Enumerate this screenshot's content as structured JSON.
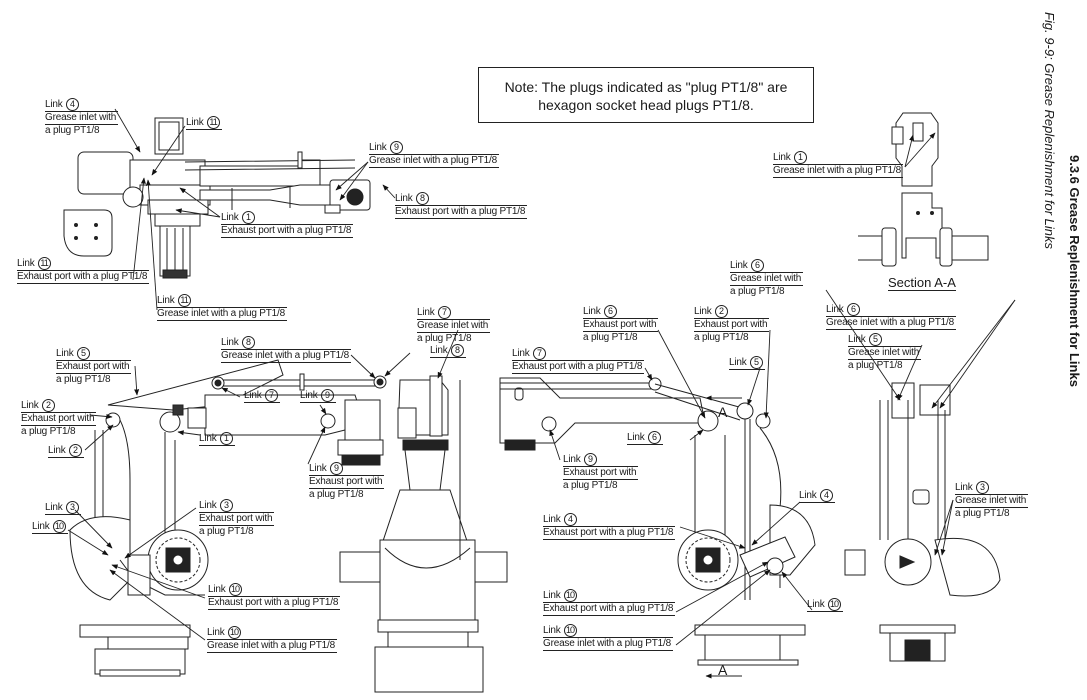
{
  "header": {
    "section_number": "9.3.6",
    "section_title": "Grease Replenishment for Links",
    "section_full": "9.3.6    Grease Replenishment for Links",
    "figure_caption": "Fig. 9-9: Grease Replenishment for Links"
  },
  "note": {
    "line1": "Note: The plugs indicated as \"plug PT1/8\" are",
    "line2": "hexagon socket head plugs PT1/8."
  },
  "section_view_label": "Section A-A",
  "view_marker": "A",
  "link_word": "Link",
  "callouts": [
    {
      "id": "tv-link4",
      "view": "top",
      "link": "4",
      "lines": [
        "Grease inlet with",
        "a plug PT1/8"
      ]
    },
    {
      "id": "tv-link11-a",
      "view": "top",
      "link": "11",
      "lines": []
    },
    {
      "id": "tv-link9",
      "view": "top",
      "link": "9",
      "lines": [
        "Grease inlet with a plug PT1/8"
      ]
    },
    {
      "id": "tv-link8",
      "view": "top",
      "link": "8",
      "lines": [
        "Exhaust port with a plug PT1/8"
      ]
    },
    {
      "id": "tv-link1",
      "view": "top",
      "link": "1",
      "lines": [
        "Exhaust port with a plug PT1/8"
      ]
    },
    {
      "id": "tv-link11-b",
      "view": "top",
      "link": "11",
      "lines": [
        "Exhaust port with a plug PT1/8"
      ]
    },
    {
      "id": "tv-link11-c",
      "view": "top",
      "link": "11",
      "lines": [
        "Grease inlet with a plug PT1/8"
      ]
    },
    {
      "id": "sa-link1",
      "view": "section",
      "link": "1",
      "lines": [
        "Grease inlet with a plug PT1/8"
      ]
    },
    {
      "id": "lv-link5",
      "view": "left",
      "link": "5",
      "lines": [
        "Exhaust port with",
        "a plug PT1/8"
      ]
    },
    {
      "id": "lv-link2-a",
      "view": "left",
      "link": "2",
      "lines": [
        "Exhaust port with",
        "a plug PT1/8"
      ]
    },
    {
      "id": "lv-link2-b",
      "view": "left",
      "link": "2",
      "lines": []
    },
    {
      "id": "lv-link1",
      "view": "left",
      "link": "1",
      "lines": []
    },
    {
      "id": "lv-link8-a",
      "view": "left",
      "link": "8",
      "lines": [
        "Grease inlet with a plug PT1/8"
      ]
    },
    {
      "id": "lv-link7-a",
      "view": "left",
      "link": "7",
      "lines": []
    },
    {
      "id": "lv-link9-a",
      "view": "left",
      "link": "9",
      "lines": []
    },
    {
      "id": "lv-link9-b",
      "view": "left",
      "link": "9",
      "lines": [
        "Exhaust port with",
        "a plug PT1/8"
      ]
    },
    {
      "id": "lv-link7-b",
      "view": "left",
      "link": "7",
      "lines": [
        "Grease inlet with",
        "a plug PT1/8"
      ]
    },
    {
      "id": "lv-link8-b",
      "view": "left",
      "link": "8",
      "lines": []
    },
    {
      "id": "lv-link3-a",
      "view": "left",
      "link": "3",
      "lines": []
    },
    {
      "id": "lv-link10-a",
      "view": "left",
      "link": "10",
      "lines": []
    },
    {
      "id": "lv-link3-b",
      "view": "left",
      "link": "3",
      "lines": [
        "Exhaust port with",
        "a plug PT1/8"
      ]
    },
    {
      "id": "lv-link10-b",
      "view": "left",
      "link": "10",
      "lines": [
        "Exhaust port with a plug PT1/8"
      ]
    },
    {
      "id": "lv-link10-c",
      "view": "left",
      "link": "10",
      "lines": [
        "Grease inlet with a plug PT1/8"
      ]
    },
    {
      "id": "rv-link6-a",
      "view": "right",
      "link": "6",
      "lines": [
        "Exhaust port with",
        "a plug PT1/8"
      ]
    },
    {
      "id": "rv-link2",
      "view": "right",
      "link": "2",
      "lines": [
        "Exhaust port with",
        "a plug PT1/8"
      ]
    },
    {
      "id": "rv-link7",
      "view": "right",
      "link": "7",
      "lines": [
        "Exhaust port with a plug PT1/8"
      ]
    },
    {
      "id": "rv-link5",
      "view": "right",
      "link": "5",
      "lines": []
    },
    {
      "id": "rv-link6-b",
      "view": "right",
      "link": "6",
      "lines": []
    },
    {
      "id": "rv-link9",
      "view": "right",
      "link": "9",
      "lines": [
        "Exhaust port with",
        "a plug PT1/8"
      ]
    },
    {
      "id": "rv-link4-a",
      "view": "right",
      "link": "4",
      "lines": []
    },
    {
      "id": "rv-link4-b",
      "view": "right",
      "link": "4",
      "lines": [
        "Exhaust port with a plug PT1/8"
      ]
    },
    {
      "id": "rv-link10-a",
      "view": "right",
      "link": "10",
      "lines": [
        "Exhaust port with a plug PT1/8"
      ]
    },
    {
      "id": "rv-link10-b",
      "view": "right",
      "link": "10",
      "lines": [
        "Grease inlet with a plug PT1/8"
      ]
    },
    {
      "id": "rv-link10-c",
      "view": "right",
      "link": "10",
      "lines": []
    },
    {
      "id": "bv-link6-top",
      "view": "back",
      "link": "6",
      "lines": [
        "Grease inlet with",
        "a plug PT1/8"
      ]
    },
    {
      "id": "bv-link6",
      "view": "back",
      "link": "6",
      "lines": [
        "Grease inlet with a plug PT1/8"
      ]
    },
    {
      "id": "bv-link5",
      "view": "back",
      "link": "5",
      "lines": [
        "Grease inlet with",
        "a plug PT1/8"
      ]
    },
    {
      "id": "bv-link3",
      "view": "back",
      "link": "3",
      "lines": [
        "Grease inlet with",
        "a plug PT1/8"
      ]
    }
  ]
}
